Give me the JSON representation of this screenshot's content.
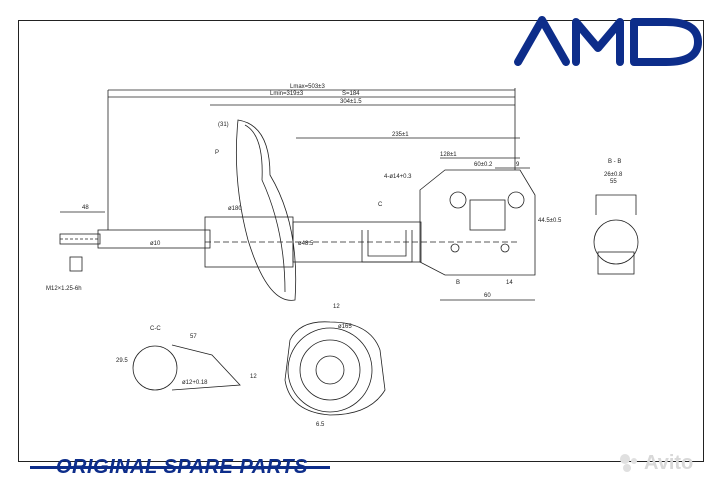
{
  "brand": {
    "logo_text": "AMD",
    "color": "#0d2d8a"
  },
  "footer": {
    "label": "ORIGINAL SPARE PARTS",
    "color": "#0d2d8a"
  },
  "watermark": {
    "text": "Avito"
  },
  "dimensions": {
    "lmax": "Lmax=503±3",
    "lmin": "Lmin=319±3",
    "stroke": "S=184",
    "len_304": "304±1.5",
    "len_235": "235±1",
    "len_128": "128±1",
    "len_60": "60±0.2",
    "len_9": "9",
    "hole": "4-ø14+0.3",
    "len_31": "(31)",
    "label_p": "P",
    "len_48": "48",
    "dia_180": "ø180",
    "dia_10": "ø10",
    "dia_485": "ø48.5",
    "label_c": "C",
    "thread": "M12×1.25-6h",
    "len_445": "44.5±0.5",
    "label_b": "B",
    "len_60b": "60",
    "len_14": "14",
    "section_bb": "B - B",
    "len_26": "26±0.8",
    "len_55": "55",
    "section_cc": "C-C",
    "len_57": "57",
    "len_295": "29.5",
    "dia_12": "ø12+0.18",
    "len_12": "12",
    "len_12b": "12",
    "dia_165": "ø165",
    "len_65": "6.5"
  }
}
